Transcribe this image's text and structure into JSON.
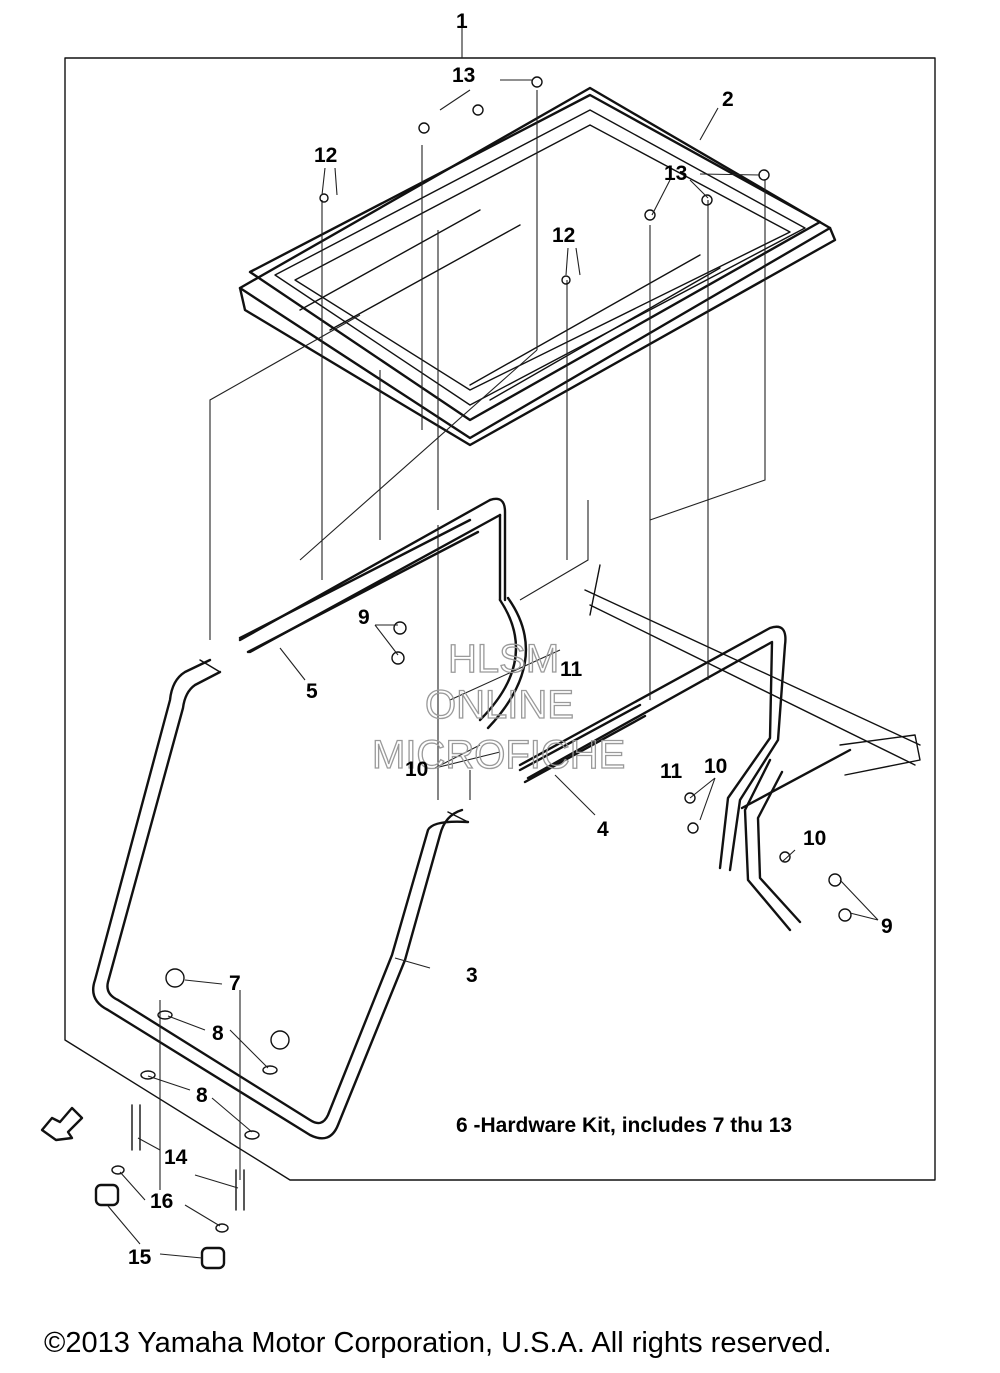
{
  "callouts": {
    "c1": "1",
    "c2": "2",
    "c3": "3",
    "c4": "4",
    "c5": "5",
    "c7": "7",
    "c8a": "8",
    "c8b": "8",
    "c9a": "9",
    "c9b": "9",
    "c10a": "10",
    "c10b": "10",
    "c10c": "10",
    "c11a": "11",
    "c11b": "11",
    "c12a": "12",
    "c12b": "12",
    "c13a": "13",
    "c13b": "13",
    "c14": "14",
    "c15": "15",
    "c16": "16"
  },
  "note": "6 -Hardware Kit, includes 7 thu 13",
  "copyright": "©2013 Yamaha Motor Corporation, U.S.A. All rights reserved.",
  "watermark": {
    "line1": "HLSM",
    "line2": "ONLINE",
    "line3": "MICROFICHE"
  },
  "colors": {
    "ink": "#111111",
    "background": "#ffffff",
    "watermark": "#9a9a9a"
  },
  "icons": {
    "orientation_arrow": "arrow-icon"
  }
}
